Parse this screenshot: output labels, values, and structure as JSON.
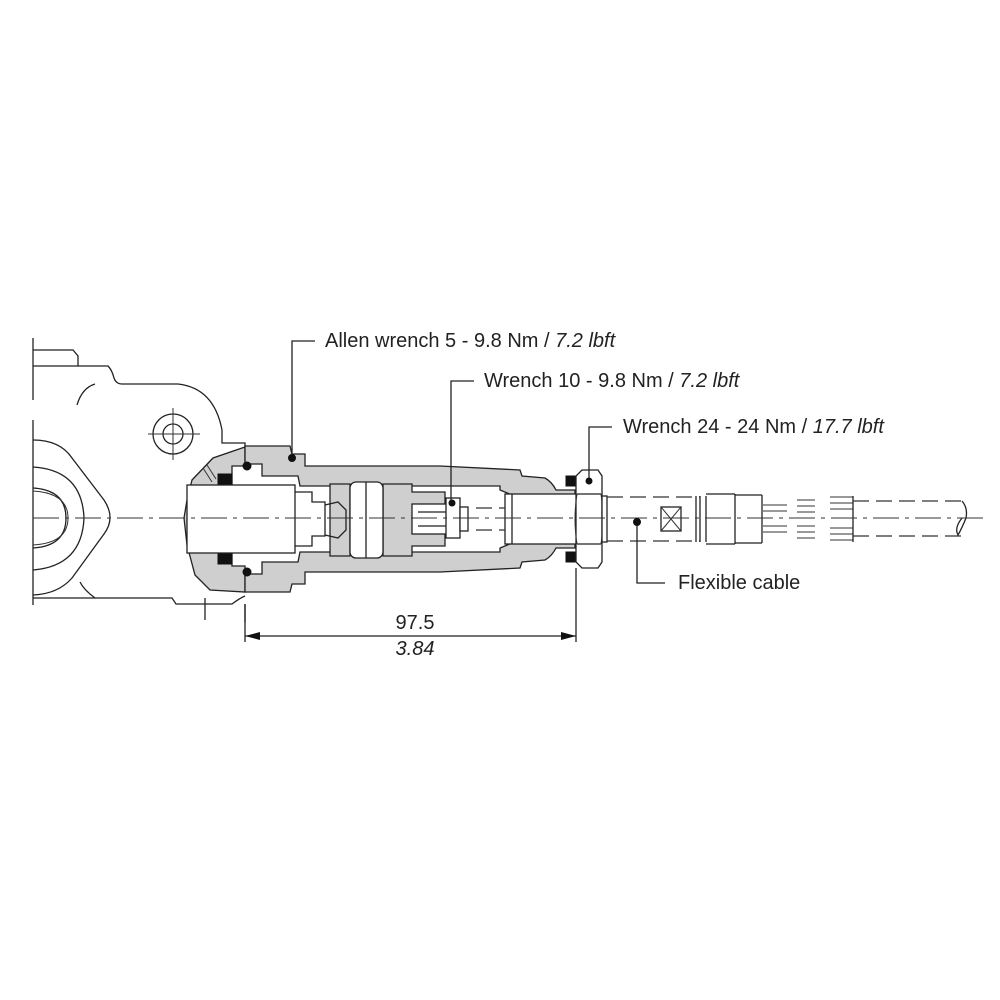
{
  "figure": {
    "type": "technical-cross-section",
    "subject": "cable-operated control assembly with flexible cable"
  },
  "callouts": [
    {
      "id": "allen",
      "tool": "Allen wrench 5",
      "sep": " - ",
      "metric": "9.8 Nm",
      "slash": " / ",
      "imperial": "7.2 lbft"
    },
    {
      "id": "wrench10",
      "tool": "Wrench 10",
      "sep": " - ",
      "metric": "9.8 Nm",
      "slash": " / ",
      "imperial": "7.2 lbft"
    },
    {
      "id": "wrench24",
      "tool": "Wrench 24",
      "sep": " - ",
      "metric": "24 Nm",
      "slash": " / ",
      "imperial": "17.7 lbft"
    },
    {
      "id": "cable",
      "label": "Flexible cable"
    }
  ],
  "dimension": {
    "metric_mm": "97.5",
    "imperial_in": "3.84"
  },
  "colors": {
    "line": "#222222",
    "section_fill": "#cfcfcf",
    "background": "#ffffff"
  }
}
